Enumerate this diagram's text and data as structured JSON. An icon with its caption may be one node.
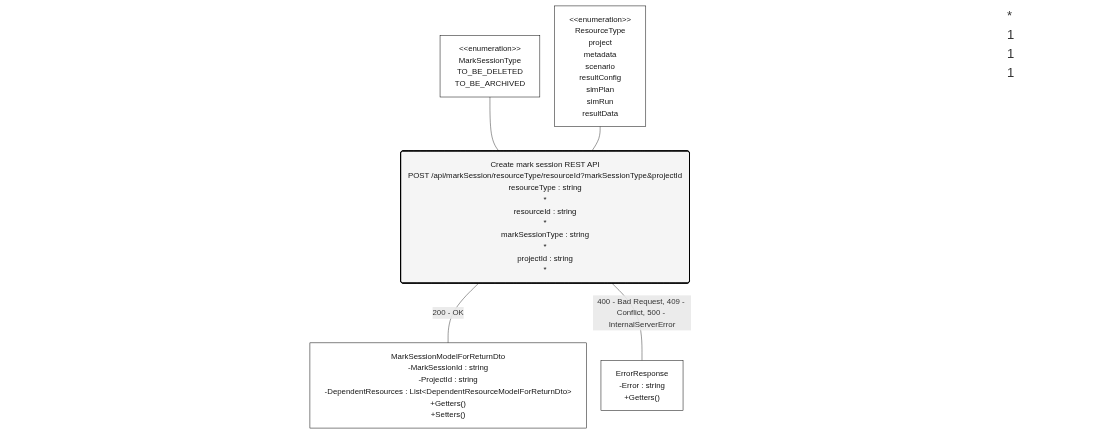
{
  "diagram": {
    "nodes": [
      {
        "text": [
          "Create mark session REST API",
          "POST /api/markSession/resourceType/resourceId?markSessionType&projectId",
          "resourceType : string",
          "*",
          "resourceId : string",
          "*",
          "markSessionType : string",
          "*",
          "projectId : string",
          "*"
        ]
      },
      {
        "text": [
          "<<enumeration>>",
          "MarkSessionType",
          "TO_BE_DELETED",
          "TO_BE_ARCHIVED"
        ]
      },
      {
        "text": [
          "<<enumeration>>",
          "ResourceType",
          "project",
          "metadata",
          "scenario",
          "resultConfig",
          "simPlan",
          "simRun",
          "resultData"
        ]
      },
      {
        "text": [
          "MarkSessionModelForReturnDto",
          "-MarkSessionId : string",
          "-ProjectId : string",
          "-DependentResources : List<DependentResourceModelForReturnDto>",
          "+Getters()",
          "+Setters()"
        ]
      },
      {
        "text": [
          "ErrorResponse",
          "-Error : string",
          "+Getters()"
        ]
      }
    ],
    "edges": [
      {
        "from": 1,
        "to": 0,
        "arrow": "none"
      },
      {
        "from": 2,
        "to": 0,
        "arrow": "none"
      },
      {
        "from": 0,
        "to": 3,
        "label": "200 - OK",
        "arrow": "none"
      },
      {
        "from": 0,
        "to": 4,
        "label": "400 - Bad Request, 409 - Conflict, 500 - InternalServerError",
        "arrow": "none"
      }
    ],
    "labels": [
      "*",
      "1",
      "1",
      "1"
    ]
  }
}
